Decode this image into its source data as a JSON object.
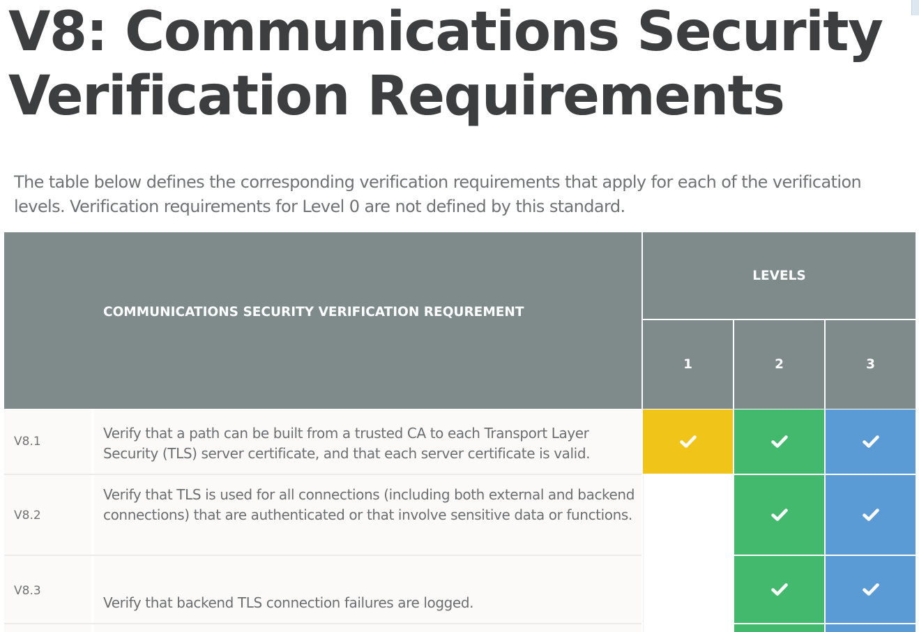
{
  "document": {
    "title_line1": "V8: Communications Security",
    "title_line2": "Verification Requirements",
    "intro": "The table below defines the corresponding verification requirements that apply for each of the verification levels.  Verification requirements for Level 0 are not defined by this standard."
  },
  "table": {
    "requirement_header": "COMMUNICATIONS SECURITY VERIFICATION REQUREMENT",
    "levels_header": "LEVELS",
    "level_labels": [
      "1",
      "2",
      "3"
    ],
    "level_colors": {
      "1": "#f0c419",
      "2": "#43b96e",
      "3": "#5b9bd5"
    },
    "rows": [
      {
        "id": "V8.1",
        "text": "Verify that a path can be built from a trusted CA to each Transport Layer Security (TLS) server certificate, and that each server certificate is valid.",
        "levels": [
          true,
          true,
          true
        ]
      },
      {
        "id": "V8.2",
        "text": "Verify that TLS is used for all connections (including both external and backend connections) that are authenticated or that involve sensitive data or functions.",
        "levels": [
          false,
          true,
          true
        ]
      },
      {
        "id": "V8.3",
        "text": "Verify that backend TLS connection failures are logged.",
        "levels": [
          false,
          true,
          true
        ]
      }
    ]
  },
  "icons": {
    "check": "check-icon"
  }
}
